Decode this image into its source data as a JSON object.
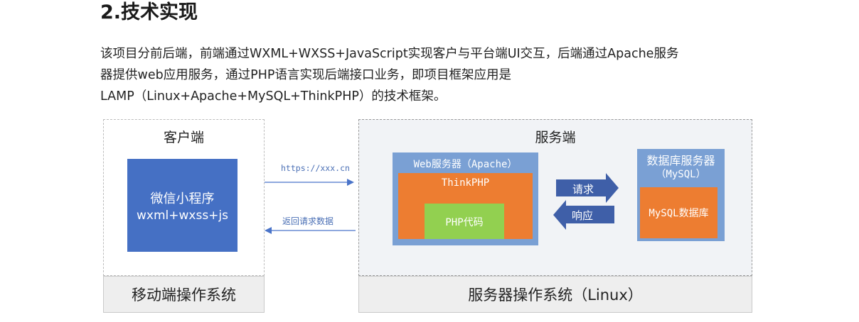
{
  "heading": "2.技术实现",
  "paragraph": {
    "line1": "该项目分前后端，前端通过WXML+WXSS+JavaScript实现客户与平台端UI交互，后端通过Apache服务",
    "line2": "器提供web应用服务，通过PHP语言实现后端接口业务，即项目框架应用是",
    "line3": "LAMP（Linux+Apache+MySQL+ThinkPHP）的技术框架。"
  },
  "diagram": {
    "client": {
      "title": "客户端",
      "app_title": "微信小程序",
      "app_sub": "wxml+wxss+js",
      "os": "移动端操作系统"
    },
    "links": {
      "request_url": "https://xxx.cn",
      "response_label": "返回请求数据"
    },
    "server": {
      "title": "服务端",
      "web_server": "Web服务器（Apache）",
      "framework": "ThinkPHP",
      "code": "PHP代码",
      "request": "请求",
      "response": "响应",
      "db_title": "数据库服务器",
      "db_sub": "（MySQL）",
      "db_inner": "MySQL数据库",
      "os": "服务器操作系统（Linux）"
    },
    "colors": {
      "blue": "#4570c4",
      "light_blue": "#7aa0d4",
      "orange": "#ed7d31",
      "green": "#92d050",
      "arrow": "#3f5fa8"
    }
  }
}
